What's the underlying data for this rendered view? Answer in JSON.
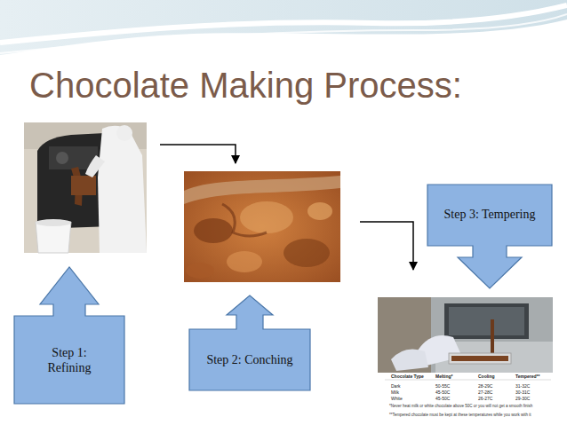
{
  "diagram": {
    "title": "Chocolate Making Process:",
    "nodes": [
      {
        "text": [
          "Step 1: Refining"
        ]
      },
      {
        "text": [
          "Step 2: Conching"
        ]
      },
      {
        "text": [
          "Step 3: Tempering"
        ]
      }
    ],
    "labels": [
      "Chocolate Type",
      "Melting*",
      "Cooling",
      "Tempered**",
      "Dark",
      "50-55C",
      "28-29C",
      "31-32C",
      "Milk",
      "45-50C",
      "27-28C",
      "30-31C",
      "White",
      "45-50C",
      "26-27C",
      "29-30C",
      "*Never heat milk or white chocolate above 50C or you will not get a smooth finish",
      "**Tempered chocolate must be kept at these temperatures while you work with it"
    ]
  }
}
